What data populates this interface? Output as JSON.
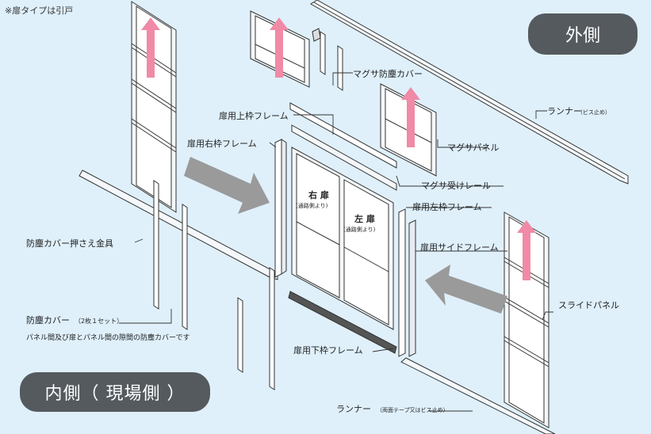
{
  "note": "※扉タイプは引戸",
  "badges": {
    "outside": "外側",
    "inside": "内側（ 現場側 ）"
  },
  "labels": {
    "magusa_cover": "マグサ防塵カバー",
    "runner_top_main": "ランナー",
    "runner_top_sub": "（ビス止め）",
    "door_top_frame": "扉用上枠フレーム",
    "magusa_panel": "マグサパネル",
    "door_right_frame": "扉用右枠フレーム",
    "magusa_rail": "マグサ受けレール",
    "door_left_frame": "扉用左枠フレーム",
    "right_door": "右 扉",
    "right_door_sub": "(通路側より)",
    "left_door": "左 扉",
    "left_door_sub": "(通路側より)",
    "dust_cover_bracket": "防塵カバー押さえ金具",
    "door_side_frame": "扉用サイドフレーム",
    "slide_panel": "スライドパネル",
    "dust_cover_main": "防塵カバー",
    "dust_cover_sub": "（2枚１セット）",
    "dust_cover_desc": "パネル間及び扉とパネル間の隙間の防塵カバーです",
    "door_bottom_frame": "扉用下枠フレーム",
    "runner_bottom_main": "ランナー",
    "runner_bottom_sub": "（両面テープ又はビス止め）"
  },
  "colors": {
    "background": "#dff0fb",
    "badge": "#555a5f",
    "arrow_up": "#f08aa6",
    "arrow_gray": "#9a9a9a",
    "line": "#333333"
  }
}
